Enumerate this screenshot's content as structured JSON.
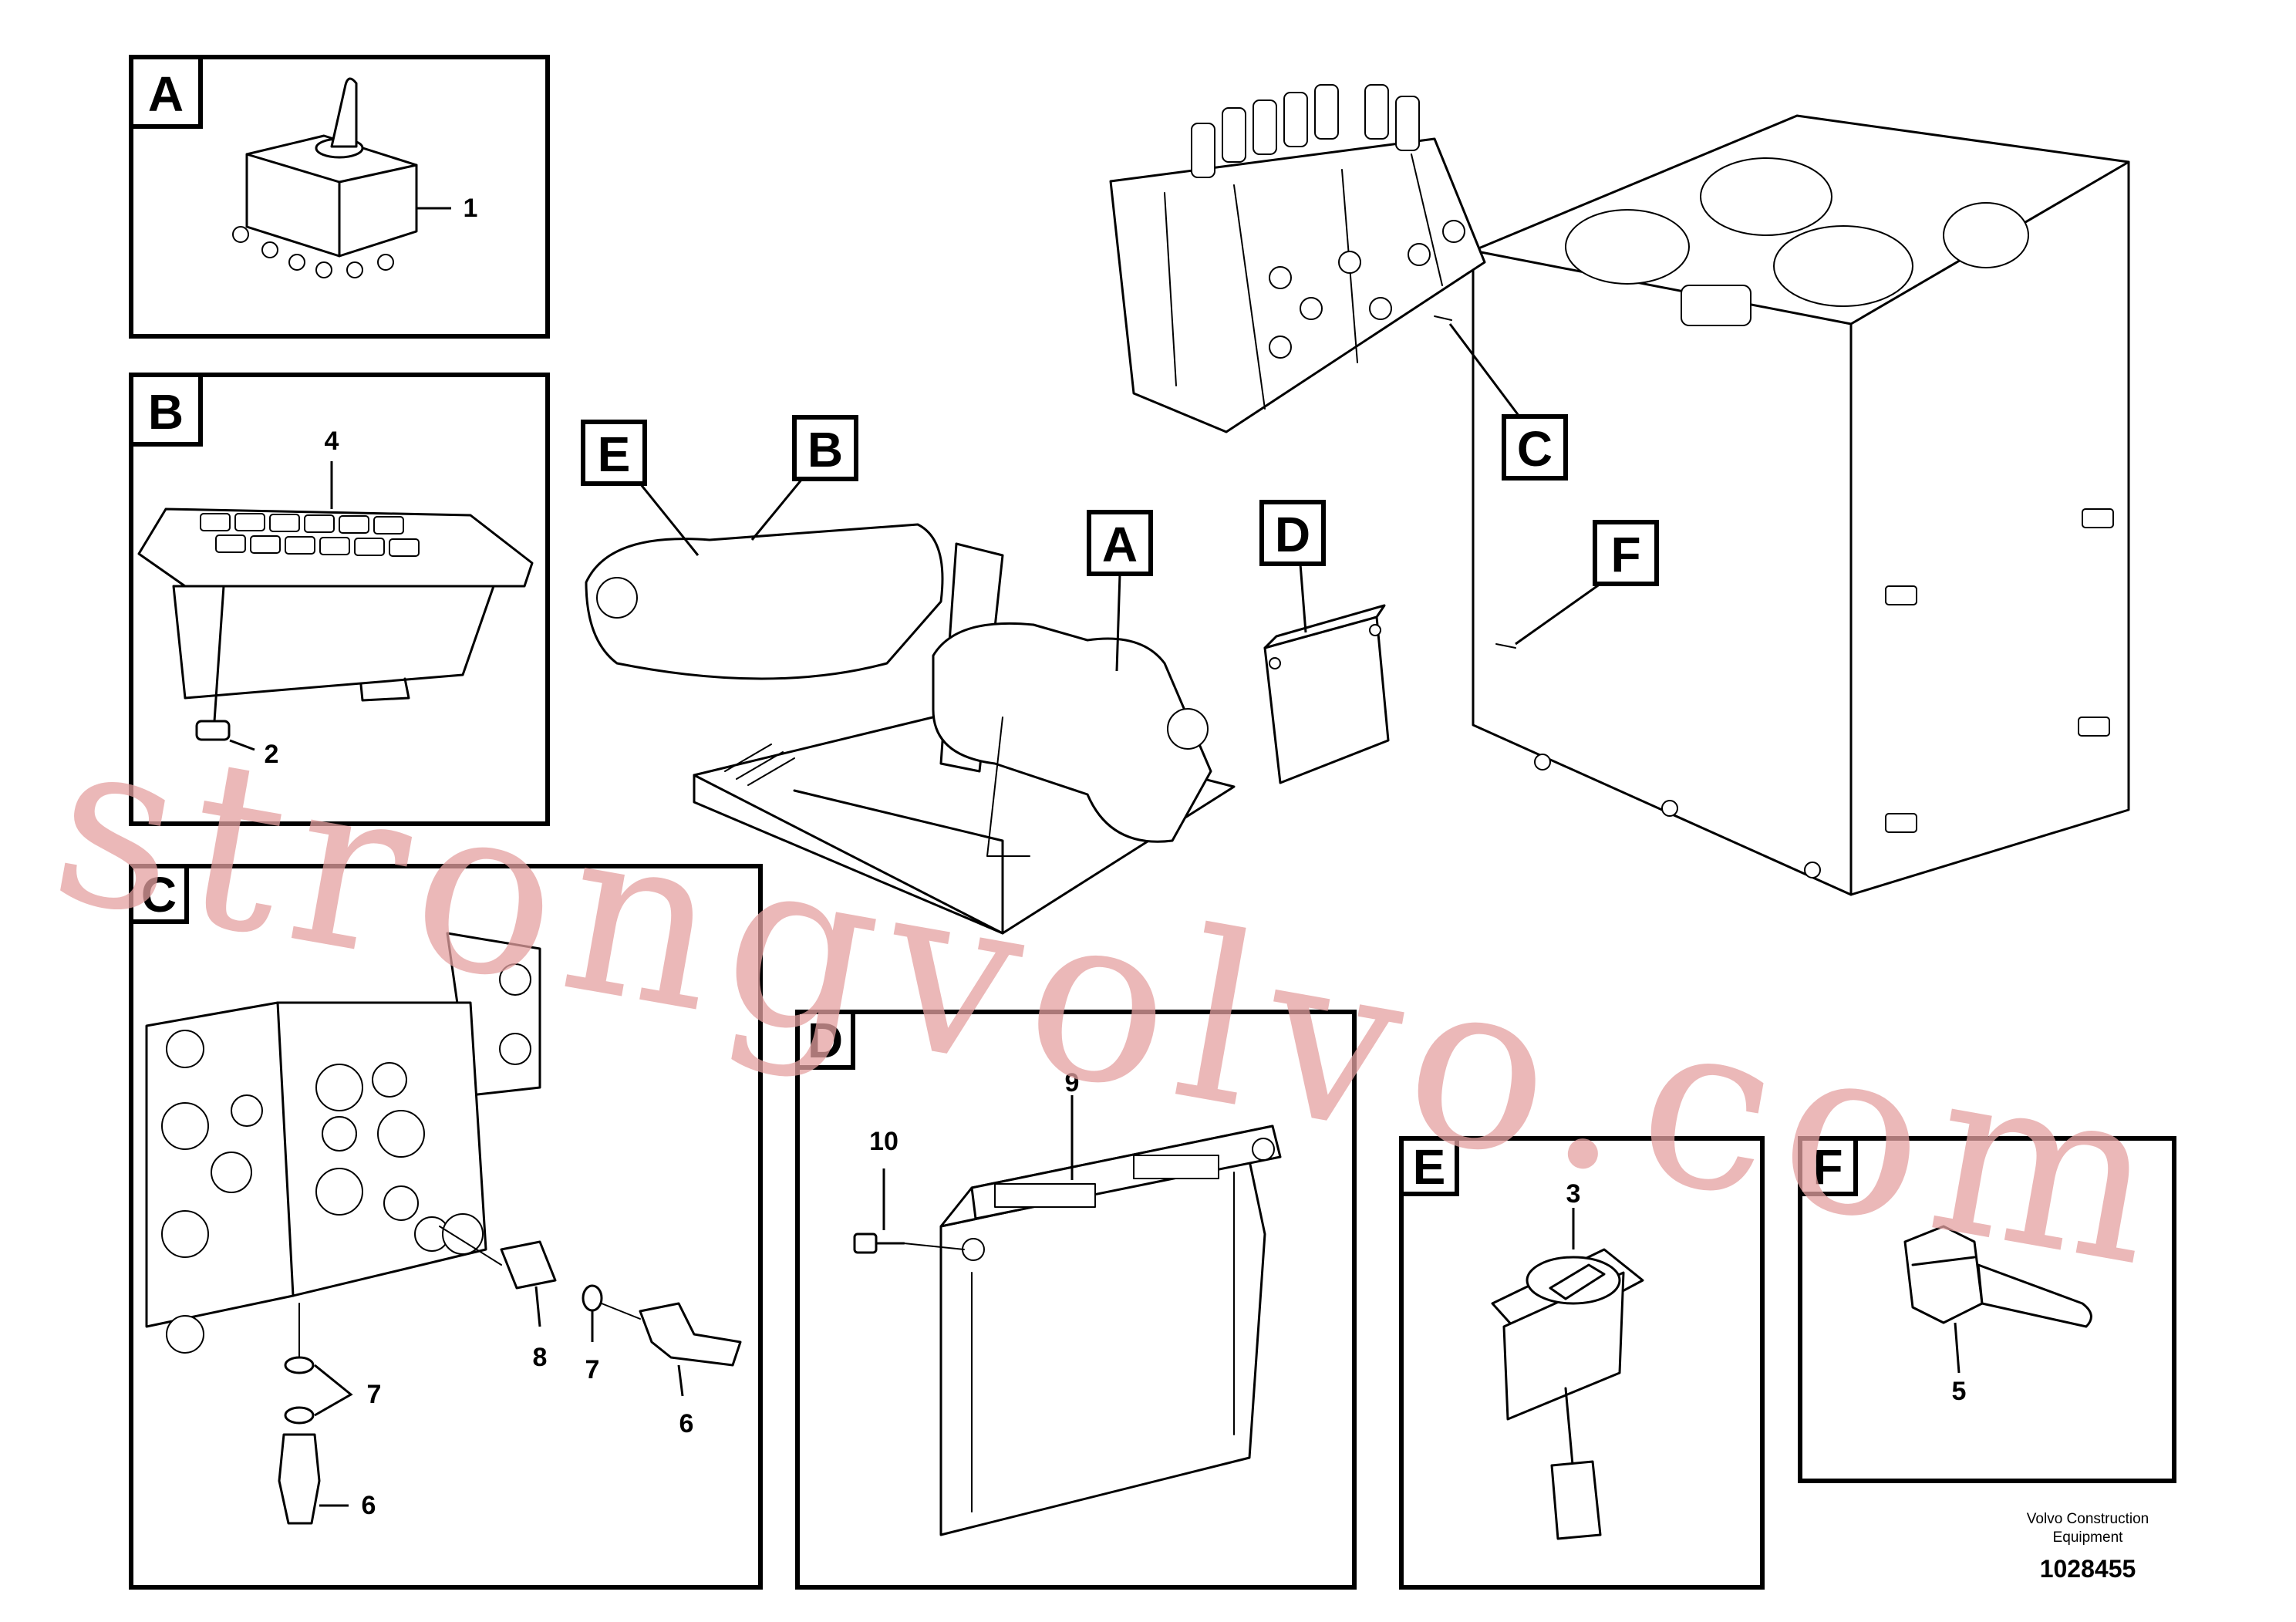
{
  "diagram": {
    "panels": {
      "A": {
        "letter": "A",
        "parts": [
          "1"
        ]
      },
      "B": {
        "letter": "B",
        "parts": [
          "4",
          "2"
        ]
      },
      "C": {
        "letter": "C",
        "parts": [
          "7",
          "8",
          "7",
          "6",
          "6"
        ]
      },
      "D": {
        "letter": "D",
        "parts": [
          "9",
          "10"
        ]
      },
      "E": {
        "letter": "E",
        "parts": [
          "3"
        ]
      },
      "F": {
        "letter": "F",
        "parts": [
          "5"
        ]
      }
    },
    "overview_tags": {
      "E": "E",
      "B": "B",
      "A": "A",
      "C": "C",
      "D": "D",
      "F": "F"
    },
    "footer": {
      "line1": "Volvo Construction",
      "line2": "Equipment",
      "drawing_number": "1028455"
    },
    "watermark": "strongvolvo.com"
  }
}
